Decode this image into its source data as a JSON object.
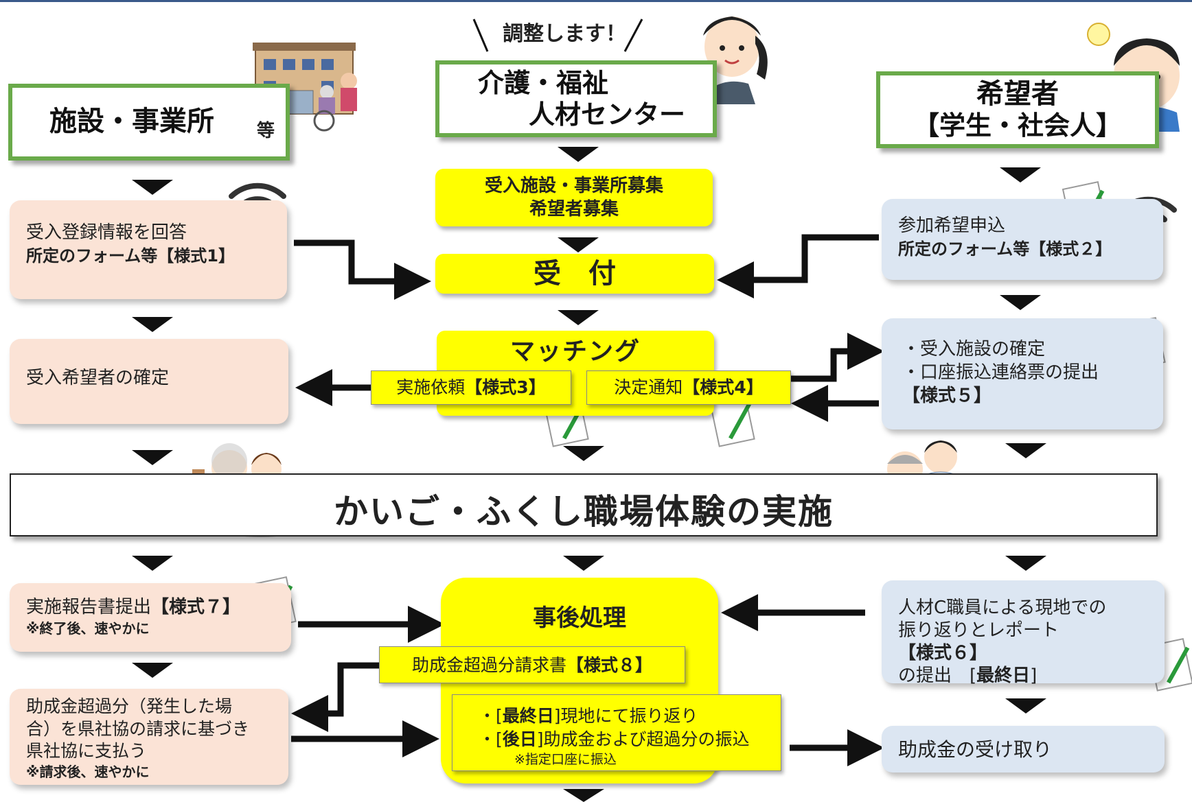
{
  "speech": "調整します！",
  "actors": {
    "facility": {
      "title": "施設・事業所",
      "suffix": "等"
    },
    "center": {
      "line1": "介護・福祉",
      "line2": "人材センター"
    },
    "applicant": {
      "line1": "希望者",
      "line2": "【学生・社会人】"
    }
  },
  "left": {
    "register": {
      "line1": "受入登録情報を回答",
      "line2": "所定のフォーム等【様式1】"
    },
    "confirm": {
      "line1": "受入希望者の確定"
    },
    "report": {
      "line1a": "実施報告書提出",
      "line1b": "【様式７】",
      "line2": "※終了後、速やかに"
    },
    "pay": {
      "line1": "助成金超過分（発生した場",
      "line2": "合）を県社協の請求に基づき",
      "line3": "県社協に支払う",
      "line4": "※請求後、速やかに"
    }
  },
  "center": {
    "recruit": {
      "line1": "受入施設・事業所募集",
      "line2": "希望者募集"
    },
    "reception": "受　付",
    "matching": "マッチング",
    "request": {
      "text": "実施依頼",
      "form": "【様式3】"
    },
    "notice": {
      "text": "決定通知",
      "form": "【様式4】"
    },
    "post": "事後処理",
    "claim": {
      "text": "助成金超過分請求書",
      "form": "【様式８】"
    },
    "transfer": {
      "line1a": "・[",
      "line1b": "最終日",
      "line1c": "]現地にて振り返り",
      "line2a": "・[",
      "line2b": "後日",
      "line2c": "]助成金および超過分の振込",
      "line3": "※指定口座に振込"
    }
  },
  "right": {
    "apply": {
      "line1": "参加希望申込",
      "line2": "所定のフォーム等【様式２】"
    },
    "confirm": {
      "line1": "・受入施設の確定",
      "line2": "・口座振込連絡票の提出",
      "line3": "【様式５】"
    },
    "report": {
      "line1": "人材C職員による現地での",
      "line2a": "振り返りとレポート",
      "line2b": "【様式６】",
      "line3a": "の提出　[",
      "line3b": "最終日",
      "line3c": "]"
    },
    "receive": "助成金の受け取り"
  },
  "banner": "かいご・ふくし職場体験の実施",
  "icons": [
    "wifi-icon",
    "document-pencil-icon",
    "building-illustration",
    "staff-illustration",
    "student-illustration",
    "caregiver-illustration"
  ]
}
